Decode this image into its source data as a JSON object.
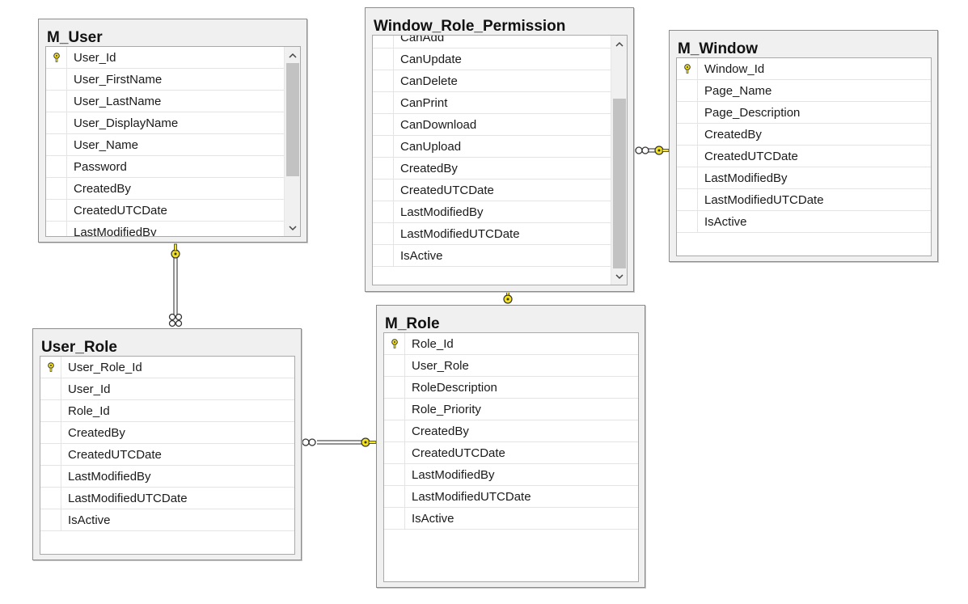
{
  "diagram": {
    "colors": {
      "key_icon": "#f5e31c",
      "connector": "#6e6e6e",
      "table_background": "#f0f0f0",
      "grid_background": "#ffffff"
    },
    "tables": {
      "m_user": {
        "title": "M_User",
        "columns": [
          "User_Id",
          "User_FirstName",
          "User_LastName",
          "User_DisplayName",
          "User_Name",
          "Password",
          "CreatedBy",
          "CreatedUTCDate",
          "LastModifiedBy"
        ],
        "primary_key": "User_Id"
      },
      "window_role_permission": {
        "title": "Window_Role_Permission",
        "columns": [
          "CanAdd",
          "CanUpdate",
          "CanDelete",
          "CanPrint",
          "CanDownload",
          "CanUpload",
          "CreatedBy",
          "CreatedUTCDate",
          "LastModifiedBy",
          "LastModifiedUTCDate",
          "IsActive"
        ]
      },
      "m_window": {
        "title": "M_Window",
        "columns": [
          "Window_Id",
          "Page_Name",
          "Page_Description",
          "CreatedBy",
          "CreatedUTCDate",
          "LastModifiedBy",
          "LastModifiedUTCDate",
          "IsActive"
        ],
        "primary_key": "Window_Id"
      },
      "user_role": {
        "title": "User_Role",
        "columns": [
          "User_Role_Id",
          "User_Id",
          "Role_Id",
          "CreatedBy",
          "CreatedUTCDate",
          "LastModifiedBy",
          "LastModifiedUTCDate",
          "IsActive"
        ],
        "primary_key": "User_Role_Id"
      },
      "m_role": {
        "title": "M_Role",
        "columns": [
          "Role_Id",
          "User_Role",
          "RoleDescription",
          "Role_Priority",
          "CreatedBy",
          "CreatedUTCDate",
          "LastModifiedBy",
          "LastModifiedUTCDate",
          "IsActive"
        ],
        "primary_key": "Role_Id"
      }
    },
    "relationships": [
      {
        "one": "M_User",
        "many": "User_Role"
      },
      {
        "one": "M_Role",
        "many": "User_Role"
      },
      {
        "one": "M_Window",
        "many": "Window_Role_Permission"
      },
      {
        "one": "M_Role",
        "many": "Window_Role_Permission"
      }
    ]
  }
}
